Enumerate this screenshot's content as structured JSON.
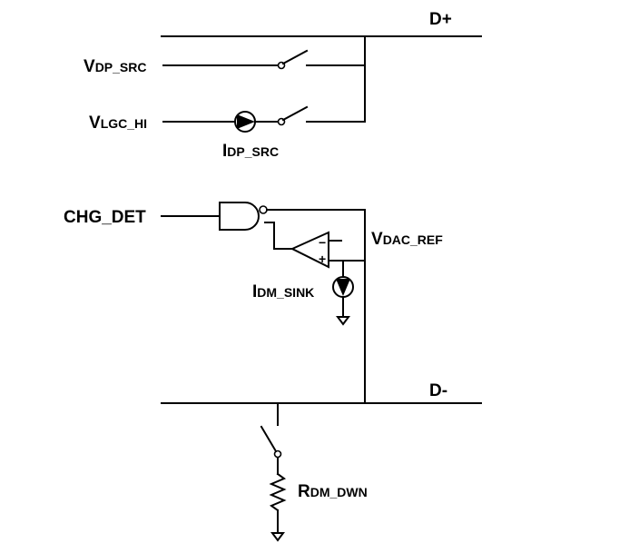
{
  "nets": {
    "dplus": "D+",
    "dminus": "D-"
  },
  "labels": {
    "vdp_src": {
      "main": "V",
      "sub": "DP_SRC"
    },
    "vlgc_hi": {
      "main": "V",
      "sub": "LGC_HI"
    },
    "idp_src": {
      "main": "I",
      "sub": "DP_SRC"
    },
    "chg_det": "CHG_DET",
    "vdac_ref": {
      "main": "V",
      "sub": "DAC_REF"
    },
    "idm_sink": {
      "main": "I",
      "sub": "DM_SINK"
    },
    "rdm_dwn": {
      "main": "R",
      "sub": "DM_DWN"
    }
  },
  "opamp": {
    "minus": "−",
    "plus": "+"
  }
}
